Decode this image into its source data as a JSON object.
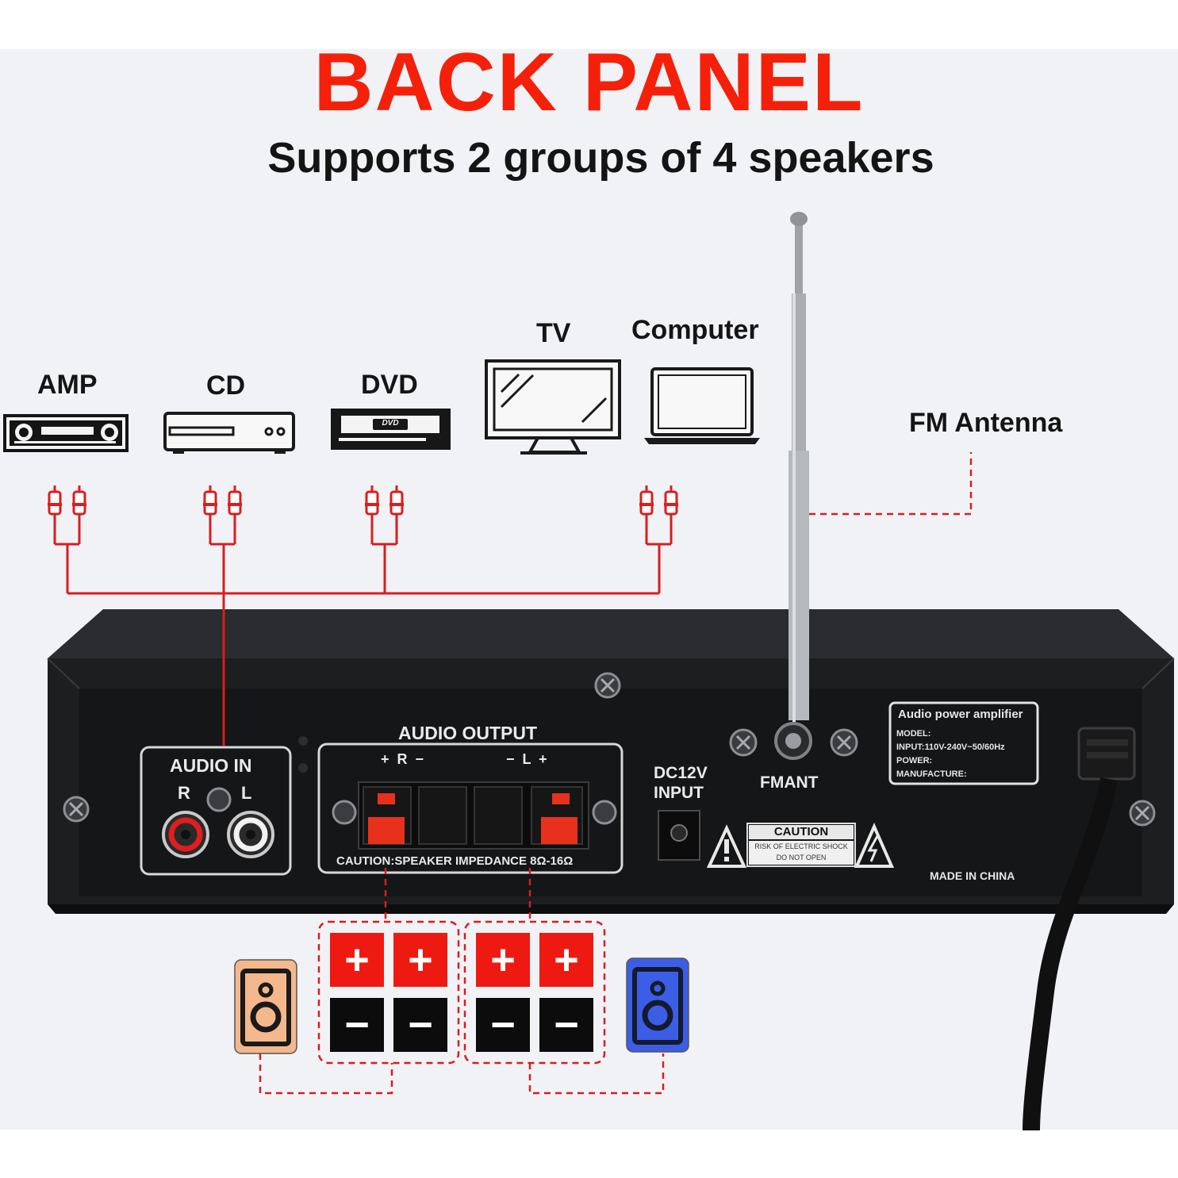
{
  "header": {
    "title": "BACK PANEL",
    "subtitle": "Supports 2 groups of 4 speakers"
  },
  "sources": [
    {
      "label": "AMP",
      "icon": "amplifier-icon"
    },
    {
      "label": "CD",
      "icon": "cd-player-icon"
    },
    {
      "label": "DVD",
      "icon": "dvd-player-icon"
    },
    {
      "label": "TV",
      "icon": "tv-icon"
    },
    {
      "label": "Computer",
      "icon": "laptop-icon"
    }
  ],
  "dvd_badge": "DVD",
  "antenna_label": "FM Antenna",
  "panel": {
    "audio_in": "AUDIO IN",
    "audio_in_r": "R",
    "audio_in_l": "L",
    "audio_output": "AUDIO OUTPUT",
    "output_polarity_right": "+  R  −",
    "output_polarity_left": "−  L  +",
    "caution_impedance": "CAUTION:SPEAKER IMPEDANCE 8Ω-16Ω",
    "dc_input_line1": "DC12V",
    "dc_input_line2": "INPUT",
    "fmant": "FMANT",
    "caution_title": "CAUTION",
    "caution_line1": "RISK OF ELECTRIC SHOCK",
    "caution_line2": "DO NOT OPEN",
    "spec_title": "Audio power amplifier",
    "spec_model": "MODEL:",
    "spec_input": "INPUT:110V-240V~50/60Hz",
    "spec_power": "POWER:",
    "spec_manufacture": "MANUFACTURE:",
    "made_in": "MADE IN CHINA"
  },
  "speaker_terminals": {
    "plus": "+",
    "minus": "−"
  },
  "colors": {
    "title_red": "#f5200a",
    "cable_red": "#d81e1e",
    "terminal_red": "#ee1a12",
    "speaker_left": "#f4b88c",
    "speaker_right": "#3c5ee6",
    "chassis": "#1c1d1f"
  }
}
